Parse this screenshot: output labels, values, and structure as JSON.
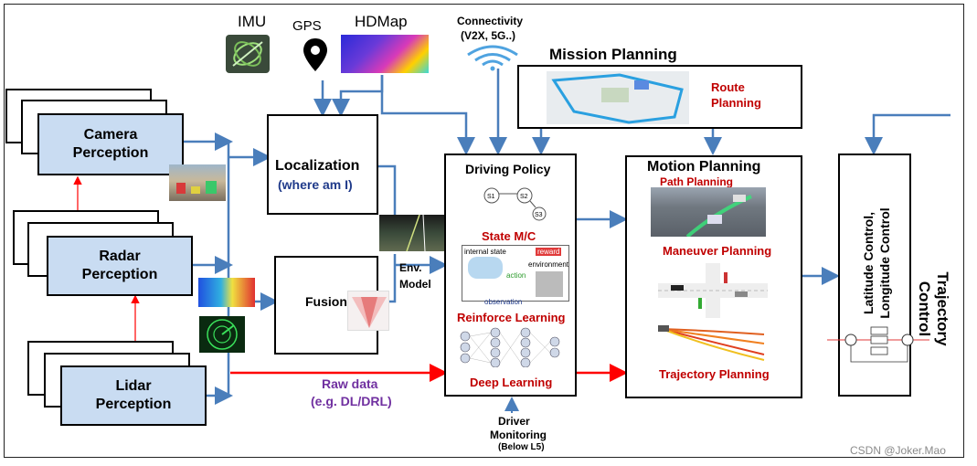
{
  "sensors": {
    "imu": "IMU",
    "gps": "GPS",
    "hdmap": "HDMap",
    "connectivity_line1": "Connectivity",
    "connectivity_line2": "(V2X, 5G..)"
  },
  "perception": {
    "camera_line1": "Camera",
    "camera_line2": "Perception",
    "radar_line1": "Radar",
    "radar_line2": "Perception",
    "lidar_line1": "Lidar",
    "lidar_line2": "Perception"
  },
  "localization": {
    "title": "Localization",
    "subtitle": "(where am I)"
  },
  "fusion": {
    "title": "Fusion"
  },
  "env_model": {
    "line1": "Env.",
    "line2": "Model"
  },
  "raw_data": {
    "line1": "Raw data",
    "line2": "(e.g. DL/DRL)"
  },
  "mission_planning": {
    "title": "Mission Planning",
    "route_line1": "Route",
    "route_line2": "Planning"
  },
  "driving_policy": {
    "title": "Driving Policy",
    "state_mc": "State M/C",
    "reinforce": "Reinforce Learning",
    "deep": "Deep Learning",
    "mini_internal": "internal state",
    "mini_reward": "reward",
    "mini_environment": "environment",
    "mini_action": "action",
    "mini_observation": "observation",
    "mini_s1": "S1",
    "mini_s2": "S2",
    "mini_s3": "S3"
  },
  "motion_planning": {
    "title": "Motion Planning",
    "path": "Path Planning",
    "maneuver": "Maneuver Planning",
    "trajectory": "Trajectory Planning"
  },
  "control": {
    "vertical_line1": "Latitude Control,",
    "vertical_line2": "Longitude Control",
    "trajectory_line1": "Trajectory",
    "trajectory_line2": "Control"
  },
  "driver_monitoring": {
    "line1": "Driver",
    "line2": "Monitoring",
    "line3": "(Below L5)"
  },
  "watermark": "CSDN @Joker.Mao",
  "colors": {
    "arrow_blue": "#4a7ebb",
    "arrow_red": "#ff0000",
    "sensor_fill": "#c9dcf2",
    "red_text": "#c00000",
    "purple_text": "#7030a0",
    "navy_text": "#1f3a8a"
  }
}
